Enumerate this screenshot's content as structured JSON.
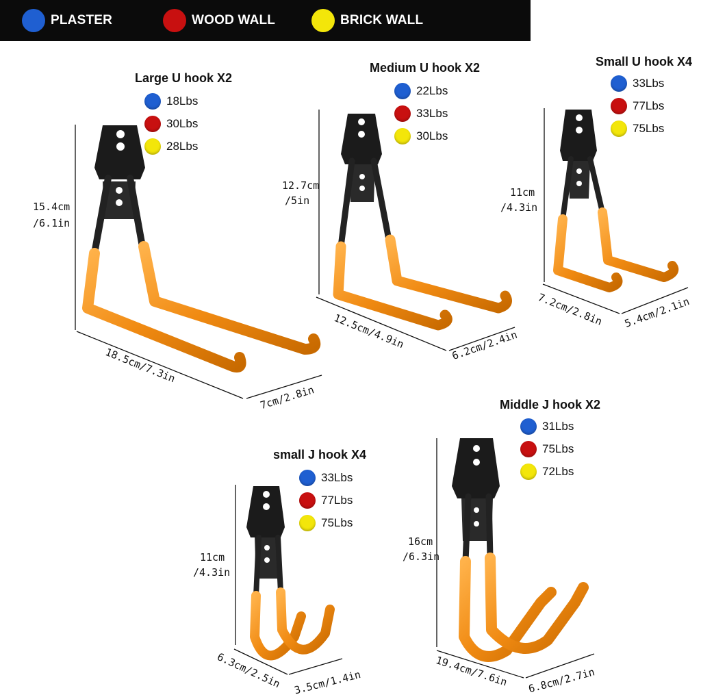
{
  "legend": [
    {
      "label": "PLASTER",
      "color": "#1f5fd1"
    },
    {
      "label": "WOOD WALL",
      "color": "#c81010"
    },
    {
      "label": "BRICK WALL",
      "color": "#f3e60a"
    }
  ],
  "hooks": [
    {
      "title": "Large U hook X2",
      "ratings": [
        "18Lbs",
        "30Lbs",
        "28Lbs"
      ],
      "dims": [
        "15.4cm",
        "/6.1in",
        "18.5cm/7.3in",
        "7cm/2.8in"
      ]
    },
    {
      "title": "Medium U hook X2",
      "ratings": [
        "22Lbs",
        "33Lbs",
        "30Lbs"
      ],
      "dims": [
        "12.7cm",
        "/5in",
        "12.5cm/4.9in",
        "6.2cm/2.4in"
      ]
    },
    {
      "title": "Small U hook X4",
      "ratings": [
        "33Lbs",
        "77Lbs",
        "75Lbs"
      ],
      "dims": [
        "11cm",
        "/4.3in",
        "7.2cm/2.8in",
        "5.4cm/2.1in"
      ]
    },
    {
      "title": "small J hook X4",
      "ratings": [
        "33Lbs",
        "77Lbs",
        "75Lbs"
      ],
      "dims": [
        "11cm",
        "/4.3in",
        "6.3cm/2.5in",
        "3.5cm/1.4in"
      ]
    },
    {
      "title": "Middle J hook X2",
      "ratings": [
        "31Lbs",
        "75Lbs",
        "72Lbs"
      ],
      "dims": [
        "16cm",
        "/6.3in",
        "19.4cm/7.6in",
        "6.8cm/2.7in"
      ]
    }
  ],
  "colors": {
    "hook_orange": "#f08a12",
    "bracket_black": "#1b1b1b"
  }
}
